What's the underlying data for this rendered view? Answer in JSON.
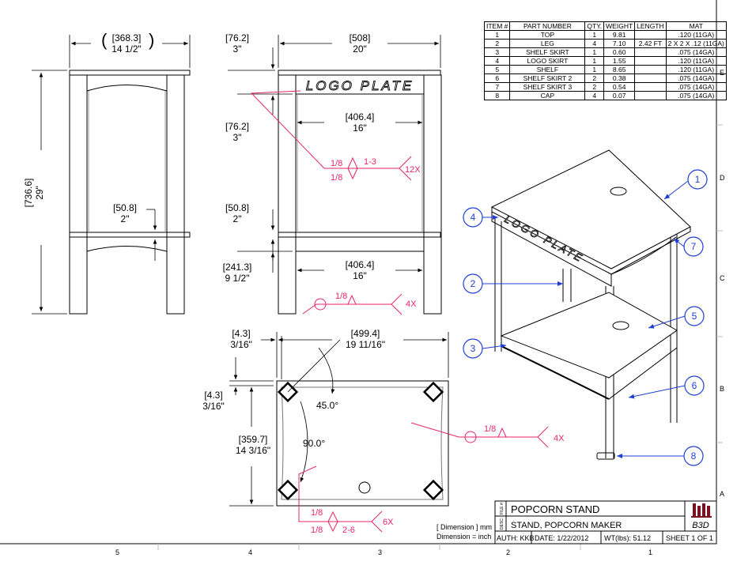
{
  "bom": {
    "headers": [
      "ITEM #",
      "PART NUMBER",
      "QTY.",
      "WEIGHT",
      "LENGTH",
      "MAT"
    ],
    "rows": [
      [
        "1",
        "TOP",
        "1",
        "9.81",
        "",
        ".120 (11GA)"
      ],
      [
        "2",
        "LEG",
        "4",
        "7.10",
        "2.42 FT",
        "2 X 2 X .12 (11GA)"
      ],
      [
        "3",
        "SHELF SKIRT",
        "1",
        "0.60",
        "",
        ".075 (14GA)"
      ],
      [
        "4",
        "LOGO SKIRT",
        "1",
        "1.55",
        "",
        ".120 (11GA)"
      ],
      [
        "5",
        "SHELF",
        "1",
        "8.65",
        "",
        ".120 (11GA)"
      ],
      [
        "6",
        "SHELF SKIRT 2",
        "2",
        "0.38",
        "",
        ".075 (14GA)"
      ],
      [
        "7",
        "SHELF SKIRT 3",
        "2",
        "0.54",
        "",
        ".075 (14GA)"
      ],
      [
        "8",
        "CAP",
        "4",
        "0.07",
        "",
        ".075 (14GA)"
      ]
    ]
  },
  "dims": {
    "side_width_mm": "[368.3]",
    "side_width_in": "14 1/2\"",
    "overall_height_mm": "[736.6]",
    "overall_height_in": "29\"",
    "side_shelf_mm": "[50.8]",
    "side_shelf_in": "2\"",
    "top_skirt_mm": "[76.2]",
    "top_skirt_in": "3\"",
    "front_skirt_mm": "[76.2]",
    "front_skirt_in": "3\"",
    "front_shelf_mm": "[50.8]",
    "front_shelf_in": "2\"",
    "shelf_height_mm": "[241.3]",
    "shelf_height_in": "9 1/2\"",
    "front_width_mm": "[508]",
    "front_width_in": "20\"",
    "inner_top_mm": "[406.4]",
    "inner_top_in": "16\"",
    "inner_bottom_mm": "[406.4]",
    "inner_bottom_in": "16\"",
    "plan_offset_x_mm": "[4.3]",
    "plan_offset_x_in": "3/16\"",
    "plan_width_mm": "[499.4]",
    "plan_width_in": "19 11/16\"",
    "plan_offset_y_mm": "[4.3]",
    "plan_offset_y_in": "3/16\"",
    "plan_depth_mm": "[359.7]",
    "plan_depth_in": "14 3/16\"",
    "angle_45": "45.0°",
    "angle_90": "90.0°"
  },
  "welds": {
    "w1_top": "1/8",
    "w1_bottom": "1/8",
    "w1_pitch": "1-3",
    "w1_count": "12X",
    "w2_size": "1/8",
    "w2_count": "4X",
    "w3_size": "1/8",
    "w3_count": "4X",
    "w4_top": "1/8",
    "w4_bottom": "1/8",
    "w4_pitch": "2-6",
    "w4_count": "6X"
  },
  "logo_text": "LOGO PLATE",
  "balloons": [
    "1",
    "2",
    "3",
    "4",
    "5",
    "6",
    "7",
    "8"
  ],
  "dim_note_1": "[ Dimension ] mm",
  "dim_note_2": "Dimension = inch",
  "title_block": {
    "file_label": "FILE #:",
    "desc_label": "DESC:",
    "title": "POPCORN STAND",
    "desc": "STAND, POPCORN MAKER",
    "auth": "AUTH: KKB",
    "date": "DATE: 1/22/2012",
    "wt": "WT(lbs): 51.12",
    "sheet": "SHEET 1 OF 1",
    "logo": "B3D"
  },
  "zones_bottom": [
    "5",
    "4",
    "3",
    "2",
    "1"
  ],
  "zones_right": [
    "E",
    "D",
    "C",
    "B",
    "A"
  ],
  "colors": {
    "weld": "#e8256a",
    "balloon": "#1f3fd6",
    "line": "#000000"
  }
}
